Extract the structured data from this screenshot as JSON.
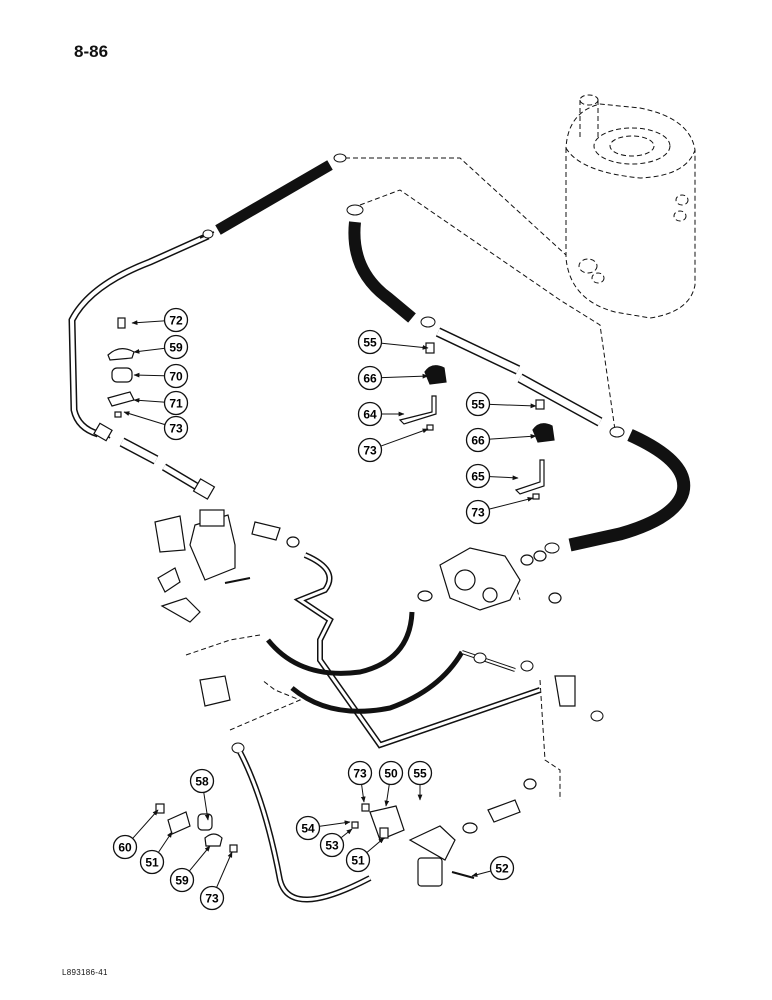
{
  "page": {
    "number": "8-86",
    "drawing_code": "L893186-41"
  },
  "callouts": [
    "72",
    "59",
    "70",
    "71",
    "73",
    "55",
    "66",
    "64",
    "73",
    "55",
    "66",
    "65",
    "73",
    "58",
    "60",
    "51",
    "59",
    "73",
    "73",
    "50",
    "55",
    "54",
    "53",
    "51",
    "52"
  ]
}
